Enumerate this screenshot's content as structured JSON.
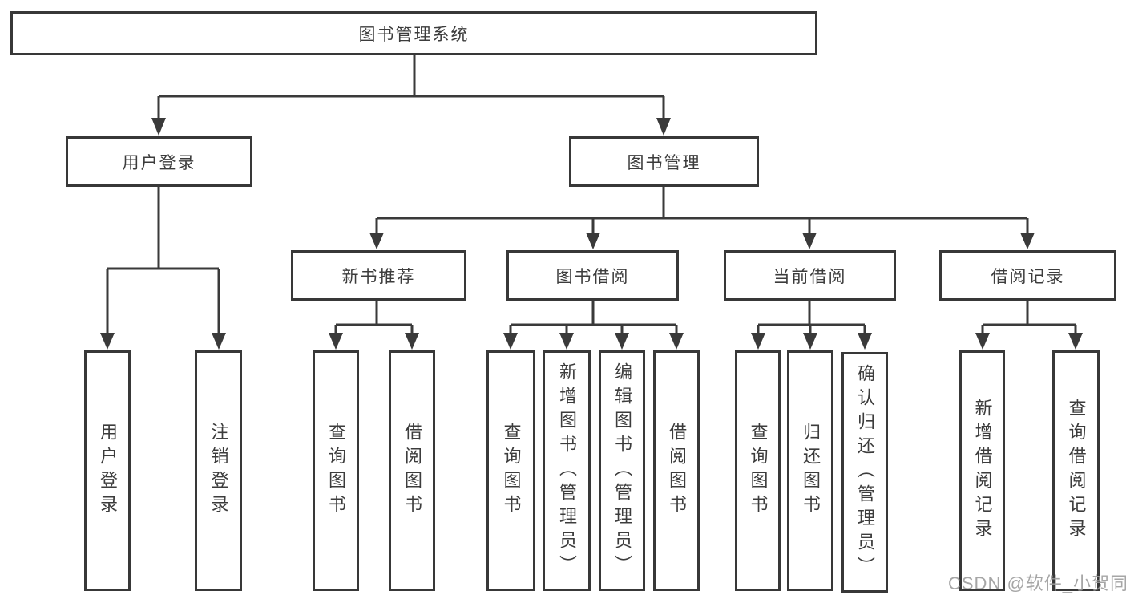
{
  "tree": {
    "root": "图书管理系统",
    "children": [
      {
        "label": "用户登录",
        "children": [
          "用户登录",
          "注销登录"
        ]
      },
      {
        "label": "图书管理",
        "children": [
          {
            "label": "新书推荐",
            "children": [
              "查询图书",
              "借阅图书"
            ]
          },
          {
            "label": "图书借阅",
            "children": [
              "查询图书",
              "新增图书（管理员）",
              "编辑图书（管理员）",
              "借阅图书"
            ]
          },
          {
            "label": "当前借阅",
            "children": [
              "查询图书",
              "归还图书",
              "确认归还（管理员）"
            ]
          },
          {
            "label": "借阅记录",
            "children": [
              "新增借阅记录",
              "查询借阅记录"
            ]
          }
        ]
      }
    ]
  },
  "watermark": "CSDN @软件_小贺同学",
  "colors": {
    "line": "#3a3a3a",
    "border": "#383838",
    "text": "#3c3c3c",
    "watermark": "#9a9a9a",
    "background": "#ffffff"
  }
}
